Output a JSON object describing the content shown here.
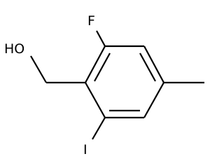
{
  "structure": {
    "atoms": {
      "hydroxyl": "HO",
      "fluorine": "F",
      "iodine": "I"
    }
  },
  "colors": {
    "bond": "#000000",
    "label": "#000000",
    "background": "#ffffff"
  }
}
